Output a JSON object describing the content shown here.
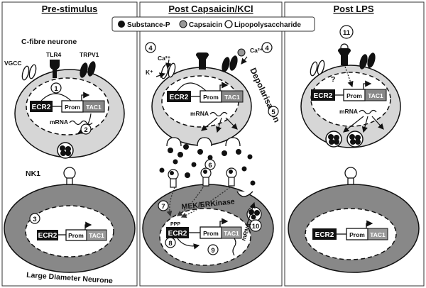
{
  "panels": {
    "pre": "Pre-stimulus",
    "caps": "Post Capsaicin/KCl",
    "lps": "Post  LPS"
  },
  "legend": {
    "substance_p": "Substance-P",
    "capsaicin": "Capsaicin",
    "lps": "Lipopolysaccharide"
  },
  "labels": {
    "c_fibre": "C-fibre neurone",
    "vgcc": "VGCC",
    "tlr4": "TLR4",
    "trpv1": "TRPV1",
    "nk1": "NK1",
    "large_diameter": "Large Diameter Neurone",
    "depolarisation": "Depolarisation",
    "mek_erk": "MEK/ERKinase",
    "mrna": "mRNA",
    "ca2": "Ca²⁺",
    "k_plus": "K⁺",
    "question": "?",
    "ppp": "PPP"
  },
  "genes": {
    "ecr2": "ECR2",
    "prom": "Prom",
    "tac1": "TAC1"
  },
  "numbers": [
    "1",
    "2",
    "3",
    "4",
    "5",
    "6",
    "7",
    "8",
    "9",
    "10",
    "11"
  ]
}
